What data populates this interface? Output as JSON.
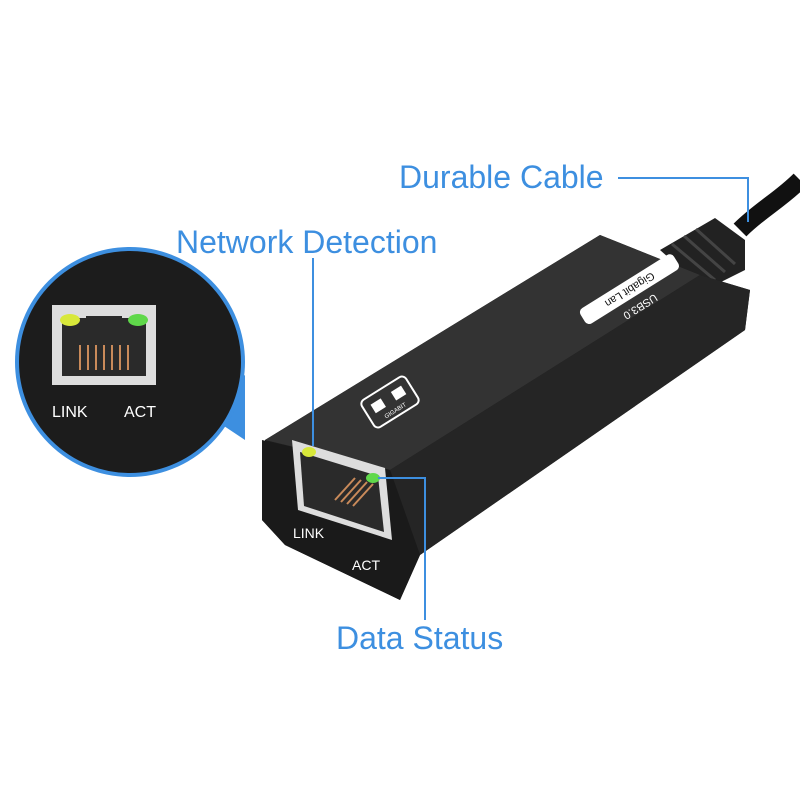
{
  "callouts": {
    "durable_cable": "Durable Cable",
    "network_detection": "Network Detection",
    "data_status": "Data Status"
  },
  "port_labels": {
    "link": "LINK",
    "act": "ACT"
  },
  "inset_labels": {
    "link": "LINK",
    "act": "ACT"
  },
  "device_label": {
    "usb": "USB3.0",
    "lan": "Gigabit Lan",
    "logo_text": "GIGABIT"
  },
  "colors": {
    "accent": "#3d8fe0",
    "body": "#1e1e1e",
    "link_led": "#d8e83a",
    "act_led": "#5fd84a"
  }
}
